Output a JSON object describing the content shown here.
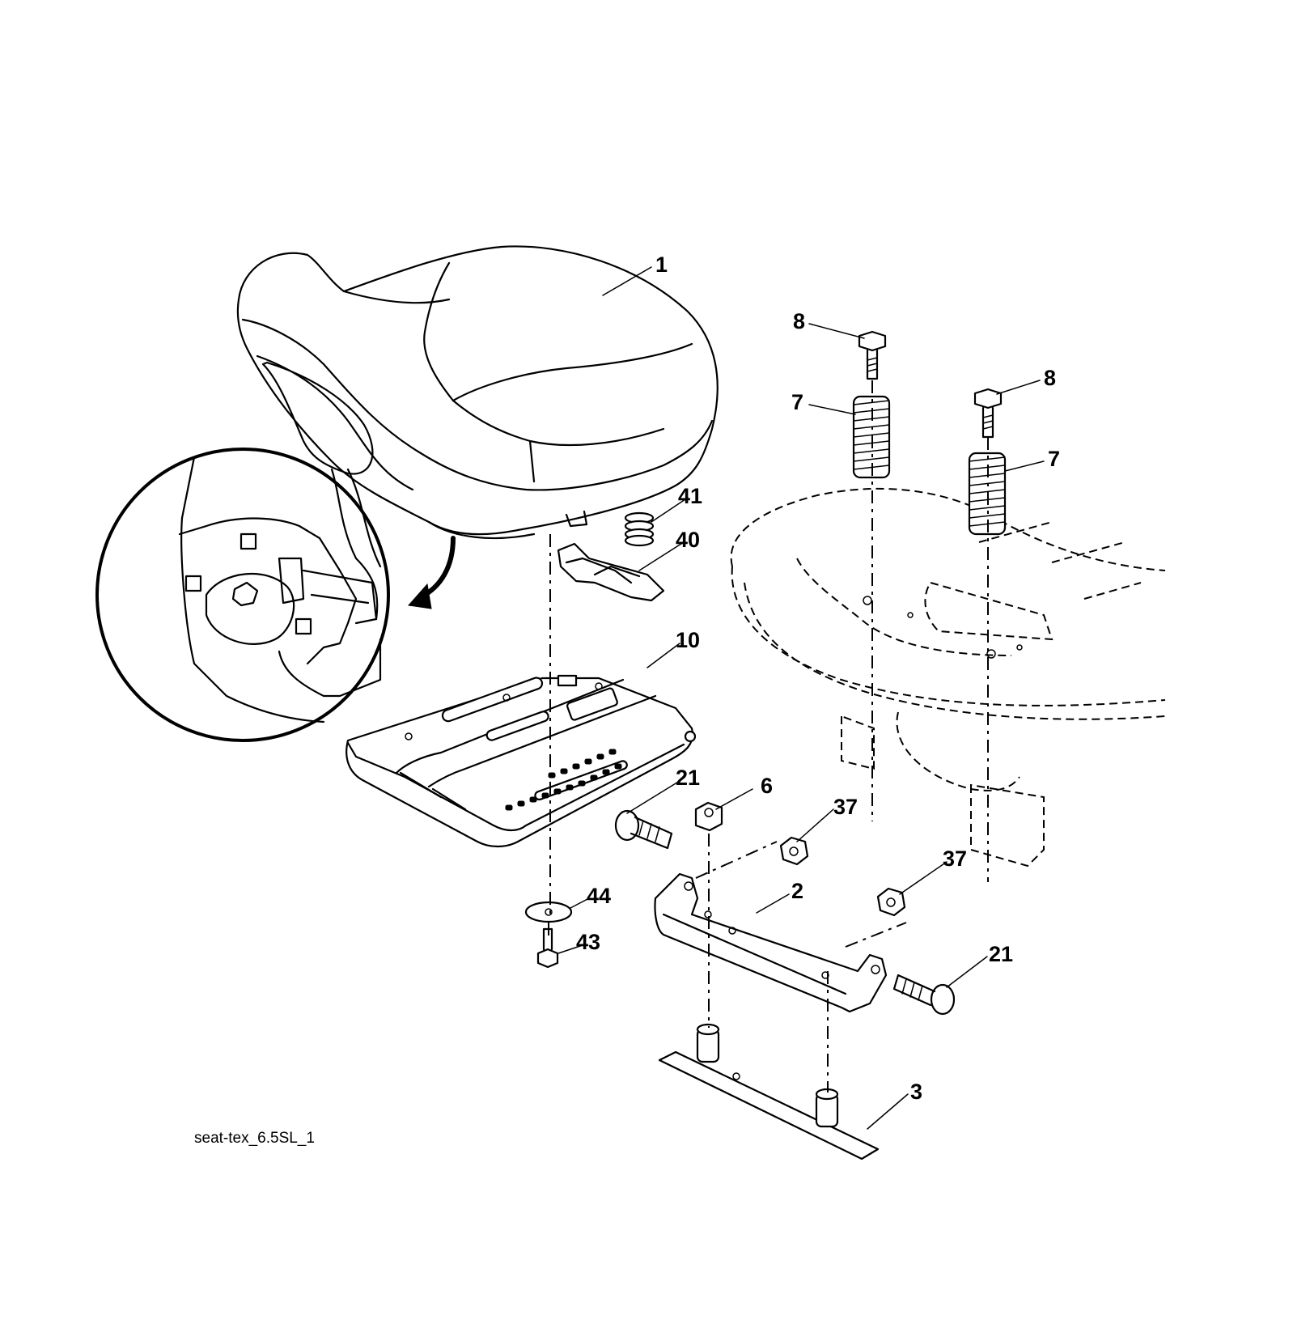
{
  "diagram_id_label": "seat-tex_6.5SL_1",
  "callouts": [
    {
      "key": "c1",
      "text": "1"
    },
    {
      "key": "c8a",
      "text": "8"
    },
    {
      "key": "c8b",
      "text": "8"
    },
    {
      "key": "c7a",
      "text": "7"
    },
    {
      "key": "c7b",
      "text": "7"
    },
    {
      "key": "c41",
      "text": "41"
    },
    {
      "key": "c40",
      "text": "40"
    },
    {
      "key": "c10",
      "text": "10"
    },
    {
      "key": "c21a",
      "text": "21"
    },
    {
      "key": "c6",
      "text": "6"
    },
    {
      "key": "c37a",
      "text": "37"
    },
    {
      "key": "c37b",
      "text": "37"
    },
    {
      "key": "c2",
      "text": "2"
    },
    {
      "key": "c21b",
      "text": "21"
    },
    {
      "key": "c44",
      "text": "44"
    },
    {
      "key": "c43",
      "text": "43"
    },
    {
      "key": "c3",
      "text": "3"
    }
  ],
  "colors": {
    "ink": "#000000",
    "paper": "#ffffff"
  }
}
